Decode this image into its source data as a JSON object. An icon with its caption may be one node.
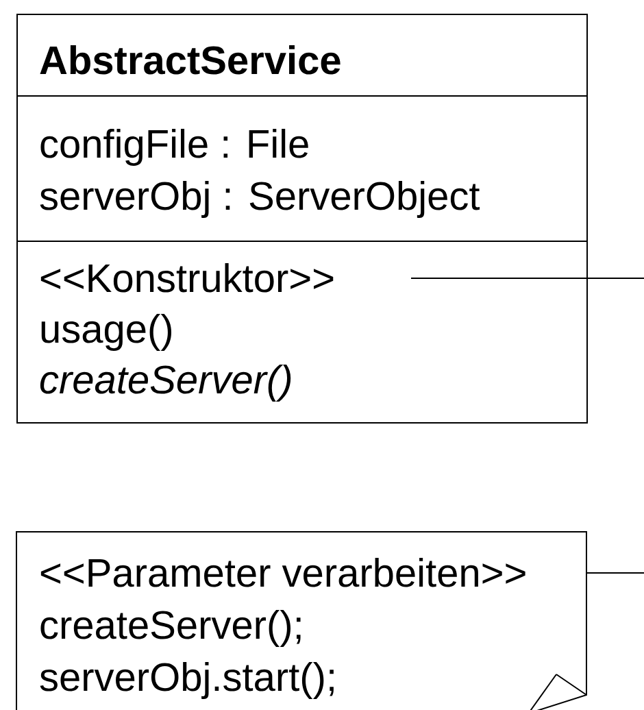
{
  "diagram": {
    "nodes": [
      {
        "text": [
          "AbstractService",
          "configFile : File",
          "serverObj : ServerObject",
          "<<Konstruktor>>",
          "usage()",
          "createServer()"
        ]
      },
      {
        "text": [
          "<<Parameter verarbeiten>>",
          "createServer();",
          "serverObj.start();"
        ]
      }
    ],
    "edges": [
      {
        "from": 0,
        "to": null,
        "arrow": "none"
      },
      {
        "from": 1,
        "to": null,
        "arrow": "none"
      }
    ]
  }
}
